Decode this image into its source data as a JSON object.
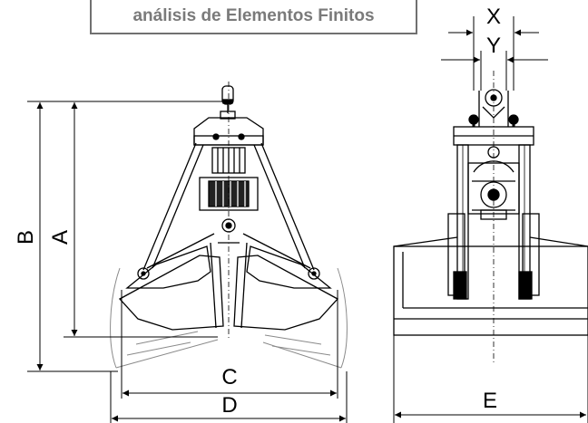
{
  "banner": {
    "text": "análisis de Elementos Finitos"
  },
  "dimensions": {
    "X": "X",
    "Y": "Y",
    "A": "A",
    "B": "B",
    "C": "C",
    "D": "D",
    "E": "E"
  },
  "colors": {
    "line": "#000000",
    "banner_text": "#7a7a7a",
    "banner_border": "#707070",
    "ghost": "#9a9a9a"
  }
}
